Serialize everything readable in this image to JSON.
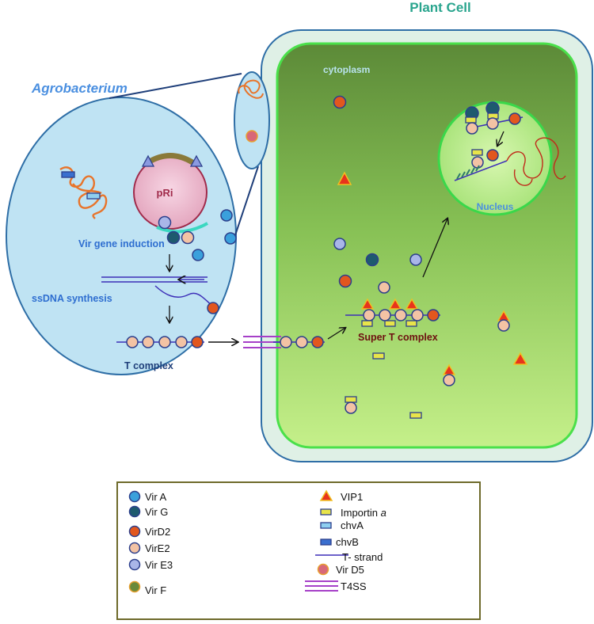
{
  "labels": {
    "plant_cell": "Plant Cell",
    "agrobacterium": "Agrobacterium",
    "cytoplasm": "cytoplasm",
    "nucleus": "Nucleus",
    "pri": "pRi",
    "vir_gene_induction": "Vir gene induction",
    "ssdna_synthesis": "ssDNA synthesis",
    "t_complex": "T complex",
    "super_t_complex": "Super T complex"
  },
  "legend": {
    "vir_a": "Vir A",
    "vir_g": "Vir G",
    "vird2": "VirD2",
    "vire2": "VirE2",
    "vir_e3": "Vir E3",
    "vir_f": "Vir F",
    "vip1": "VIP1",
    "importin_prefix": "Importin ",
    "importin_alpha": "a",
    "chva": "chvA",
    "chvb": "chvB",
    "t_strand": "T- strand",
    "vir_d5": "Vir D5",
    "t4ss": "T4SS"
  },
  "colors": {
    "vir_a": "#3aa0dc",
    "vir_g": "#1e5a6e",
    "vird2": "#e2571e",
    "vire2": "#f3c3a4",
    "vir_e3": "#a9b6e8",
    "vip1": "#e8341c",
    "importin": "#e8e44a",
    "chva": "#8fcff0",
    "chvb": "#3a6fcf",
    "t_strand": "#3d2fb8",
    "t4ss": "#a640c8",
    "protein_border": "#2c3f8c"
  }
}
